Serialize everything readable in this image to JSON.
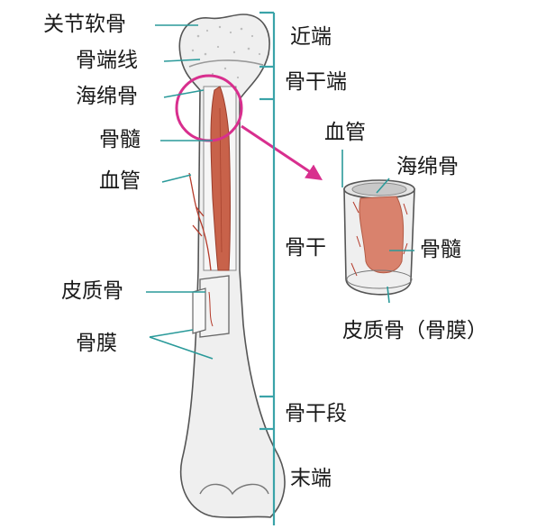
{
  "labels": {
    "articular_cartilage": "关节软骨",
    "epiphyseal_line": "骨端线",
    "spongy_bone": "海绵骨",
    "marrow": "骨髓",
    "blood_vessel": "血管",
    "compact_bone": "皮质骨",
    "periosteum": "骨膜"
  },
  "regions": {
    "proximal_end": "近端",
    "metaphysis": "骨干端",
    "diaphysis": "骨干",
    "metaphysis_lower": "骨干段",
    "distal_end": "末端"
  },
  "detail": {
    "blood_vessel": "血管",
    "spongy_bone": "海绵骨",
    "marrow": "骨髓",
    "compact_bone": "皮质骨（骨膜）"
  },
  "colors": {
    "bone": "#eeeeee",
    "bone_outline": "#555555",
    "marrow": "#c8624a",
    "vessel": "#b53a2a",
    "bracket": "#3aa3a8",
    "highlight": "#d82f8e",
    "leader": "#2a9a9a"
  }
}
